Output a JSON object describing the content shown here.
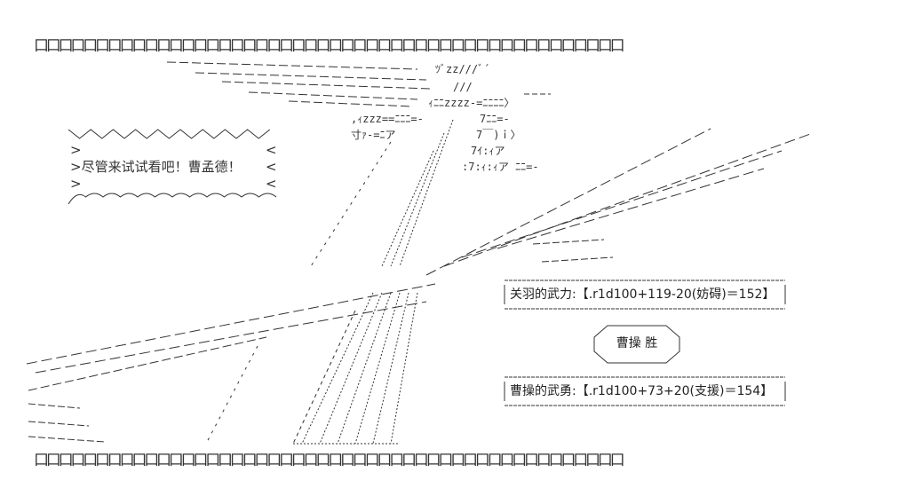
{
  "rails": {
    "glyph": "口",
    "count": 48
  },
  "bubble": {
    "line1": ">",
    "line2": ">尽管来试试看吧！曹孟德！",
    "line3": ">",
    "right_mark": "<"
  },
  "art_text": {
    "sound": "ﾂﾞzz///ﾞ´",
    "sound2": "///",
    "sound3": "ｨﾆﾆzzzz-=ﾆﾆﾆﾆ〉",
    "sound4": ",ｨzzz==ﾆﾆﾆ=-",
    "kanji": "寸ｧ-=ﾆア",
    "mid1": "7ﾆﾆ=-",
    "mid2": "7￣)ｉ〉",
    "mid3": "7ｲ:ｨア",
    "mid4": ":7:ｨ:ｨア ﾆﾆ=-"
  },
  "results": {
    "guan_yu": "关羽的武力:【.r1d100+119-20(妨碍)＝152】",
    "verdict": "曹操 胜",
    "cao_cao": "曹操的武勇:【.r1d100+73+20(支援)＝154】"
  },
  "colors": {
    "ink": "#222222",
    "background": "#ffffff"
  }
}
